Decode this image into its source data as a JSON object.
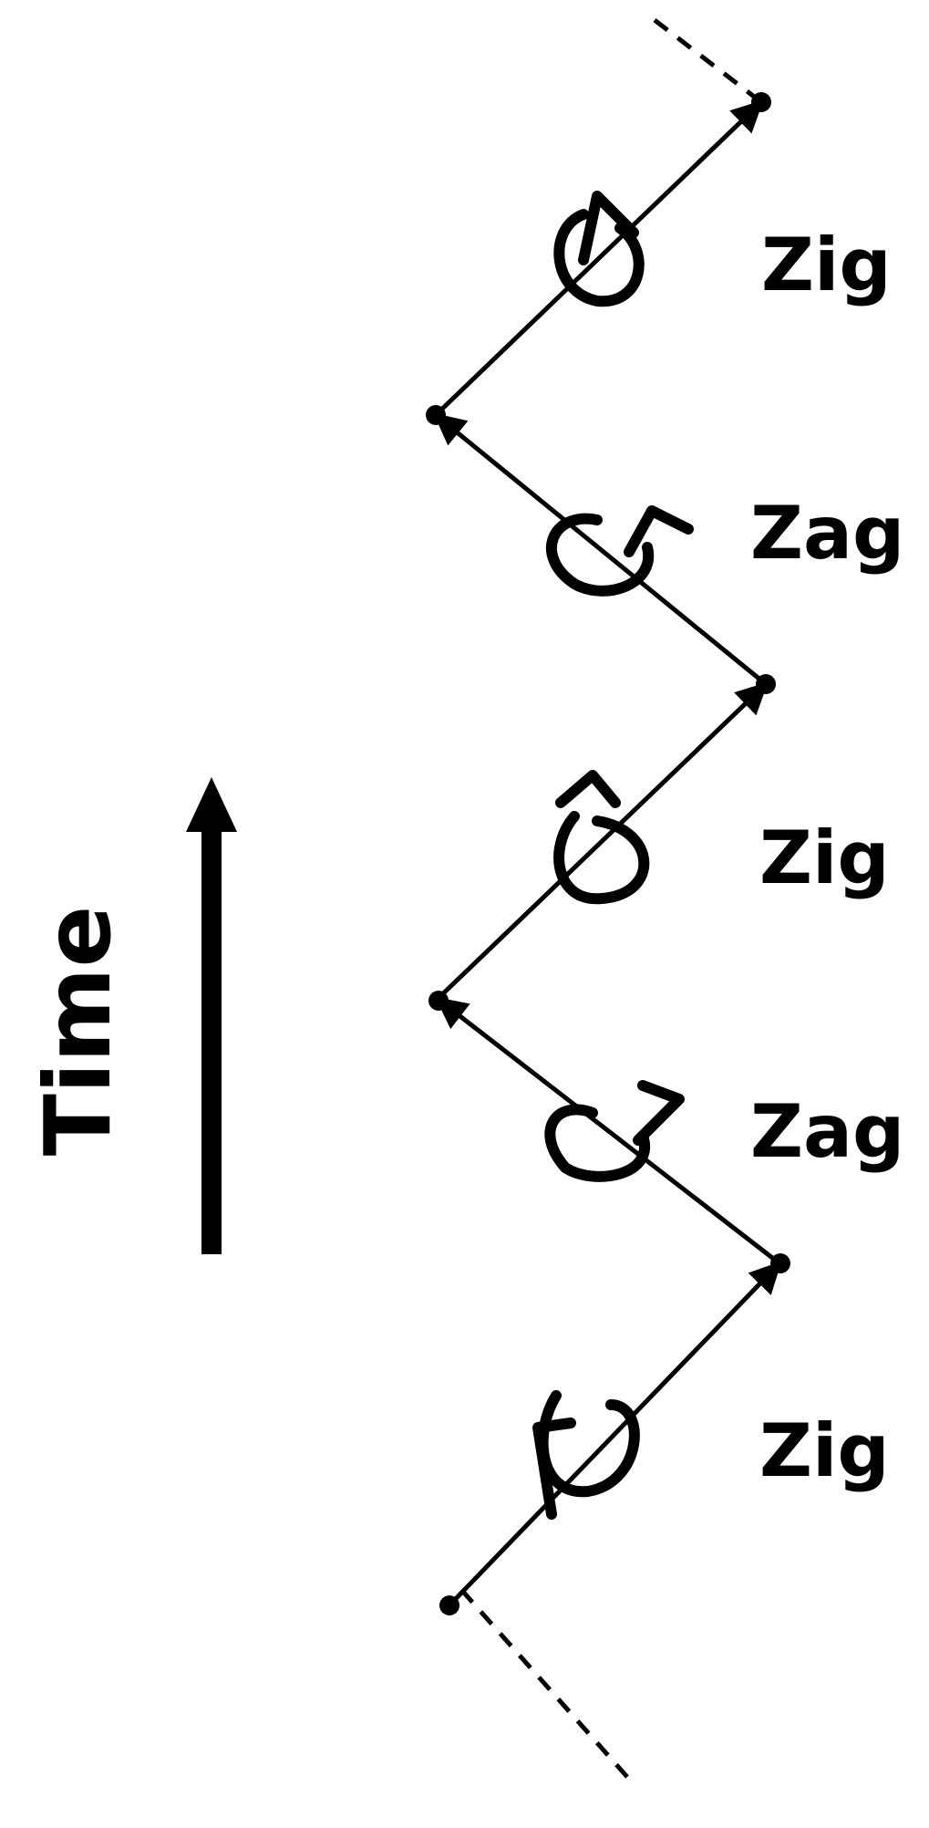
{
  "time_axis": {
    "label": "Time",
    "direction": "up"
  },
  "segments": [
    {
      "label": "Zig",
      "direction": "up-right",
      "rotation": "counterclockwise"
    },
    {
      "label": "Zag",
      "direction": "up-left",
      "rotation": "clockwise"
    },
    {
      "label": "Zig",
      "direction": "up-right",
      "rotation": "counterclockwise"
    },
    {
      "label": "Zag",
      "direction": "up-left",
      "rotation": "clockwise"
    },
    {
      "label": "Zig",
      "direction": "up-right",
      "rotation": "counterclockwise"
    }
  ],
  "colors": {
    "ink": "#000000",
    "background": "#ffffff"
  }
}
